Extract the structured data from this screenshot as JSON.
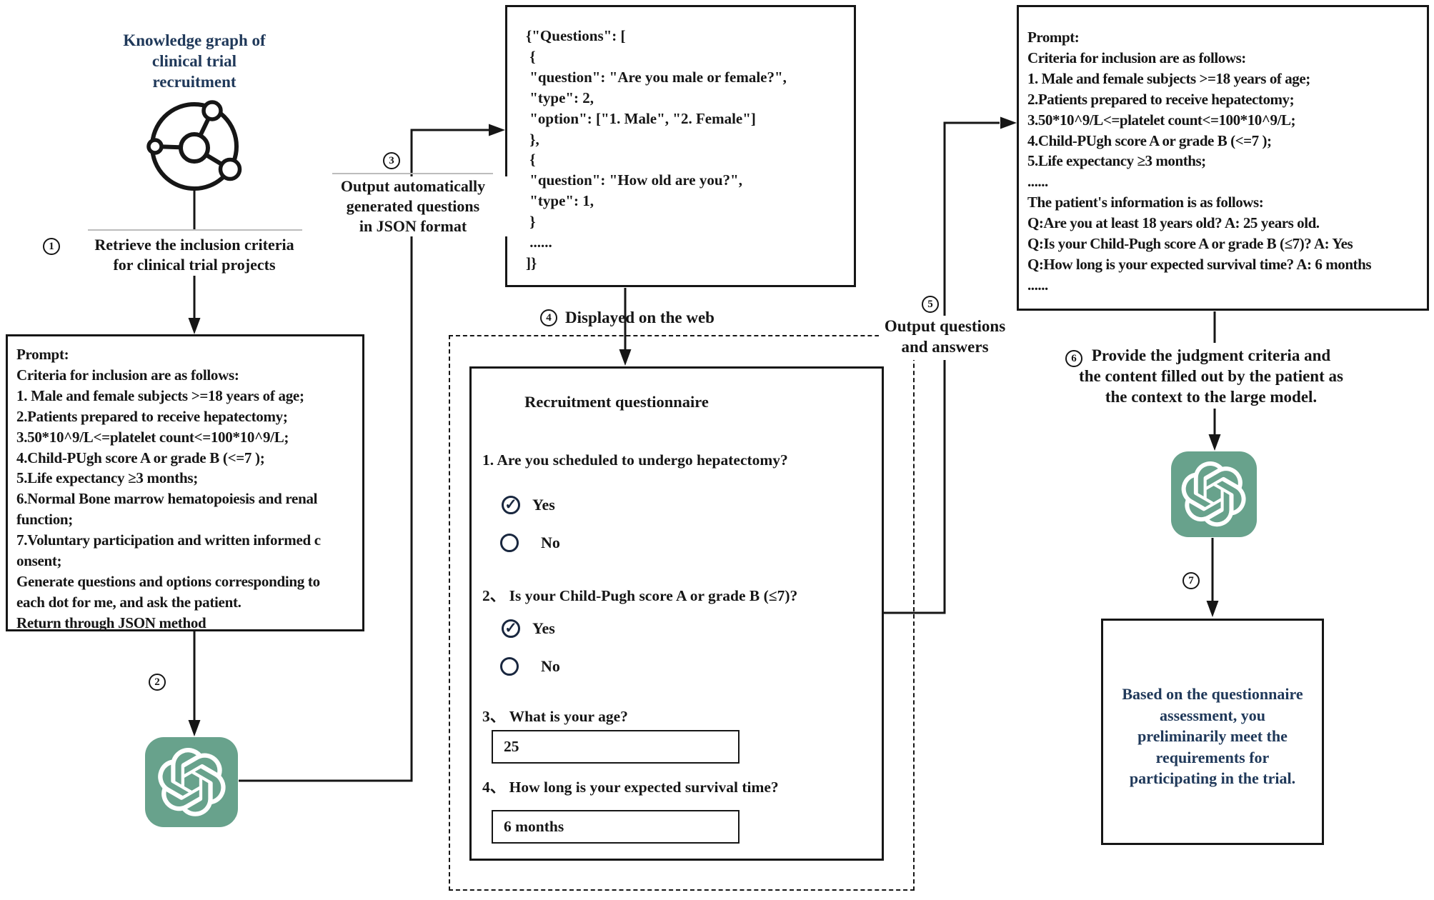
{
  "palette": {
    "ink": "#161616",
    "navy": "#20395a",
    "green": "#68a28c",
    "thin_line": "#bcbcbc"
  },
  "kg": {
    "title_lines": [
      "Knowledge graph of",
      "clinical trial",
      "recruitment"
    ],
    "icon": "knowledge-graph-icon"
  },
  "steps": {
    "s1": {
      "num": "1",
      "lines": [
        "Retrieve the inclusion criteria",
        "for clinical trial projects"
      ]
    },
    "s2": {
      "num": "2"
    },
    "s3": {
      "num": "3",
      "lines": [
        "Output automatically",
        "generated questions",
        "in JSON format"
      ]
    },
    "s4": {
      "num": "4",
      "label": "Displayed on the web"
    },
    "s5": {
      "num": "5",
      "lines": [
        "Output questions",
        "and answers"
      ]
    },
    "s6": {
      "num": "6",
      "lines": [
        "Provide the judgment criteria and",
        "the content filled out by the patient as",
        "the context to the large model."
      ]
    },
    "s7": {
      "num": "7"
    }
  },
  "left_prompt": {
    "lines": [
      "Prompt:",
      "Criteria for inclusion are as follows:",
      "1. Male and female subjects >=18 years of age;",
      "2.Patients prepared to receive hepatectomy;",
      "3.50*10^9/L<=platelet count<=100*10^9/L;",
      "4.Child-PUgh score A or grade B (<=7 );",
      "5.Life expectancy ≥3 months;",
      "6.Normal Bone marrow hematopoiesis and renal",
      "function;",
      "7.Voluntary participation and written informed c",
      "onsent;",
      "Generate questions and options corresponding to",
      "each dot for me, and ask the patient.",
      "Return through JSON method"
    ]
  },
  "json_box": {
    "lines": [
      "{\"Questions\": [",
      " {",
      " \"question\": \"Are you male or female?\",",
      " \"type\": 2,",
      " \"option\": [\"1. Male\", \"2. Female\"]",
      " },",
      " {",
      " \"question\": \"How old are you?\",",
      " \"type\": 1,",
      " }",
      " ......",
      "]}"
    ]
  },
  "right_prompt": {
    "lines": [
      "Prompt:",
      "Criteria for inclusion are as follows:",
      "1. Male and female subjects >=18 years of age;",
      "2.Patients prepared to receive hepatectomy;",
      "3.50*10^9/L<=platelet count<=100*10^9/L;",
      "4.Child-PUgh score A or grade B (<=7 );",
      "5.Life expectancy ≥3 months;",
      "......",
      "The patient's information is as follows:",
      "Q:Are you at least 18 years old? A: 25 years old.",
      "Q:Is your Child-Pugh score A or grade B (≤7)? A: Yes",
      "Q:How long is your expected survival time? A: 6 months",
      "......"
    ]
  },
  "questionnaire": {
    "title": "Recruitment questionnaire",
    "q1": {
      "text": "1. Are you scheduled to undergo hepatectomy?",
      "options": [
        {
          "label": "Yes",
          "checked": true
        },
        {
          "label": "No",
          "checked": false
        }
      ]
    },
    "q2": {
      "text": "2、 Is your Child-Pugh score A or grade B (≤7)?",
      "options": [
        {
          "label": "Yes",
          "checked": true
        },
        {
          "label": "No",
          "checked": false
        }
      ]
    },
    "q3": {
      "text": "3、 What is your age?",
      "value": "25"
    },
    "q4": {
      "text": "4、 How long is your expected survival time?",
      "value": "6 months"
    }
  },
  "result_box": {
    "lines": [
      "Based on the questionnaire",
      "assessment, you",
      "preliminarily meet the",
      "requirements for",
      "participating in the trial."
    ]
  },
  "icons": {
    "chatgpt": "openai-chatgpt-logo"
  }
}
